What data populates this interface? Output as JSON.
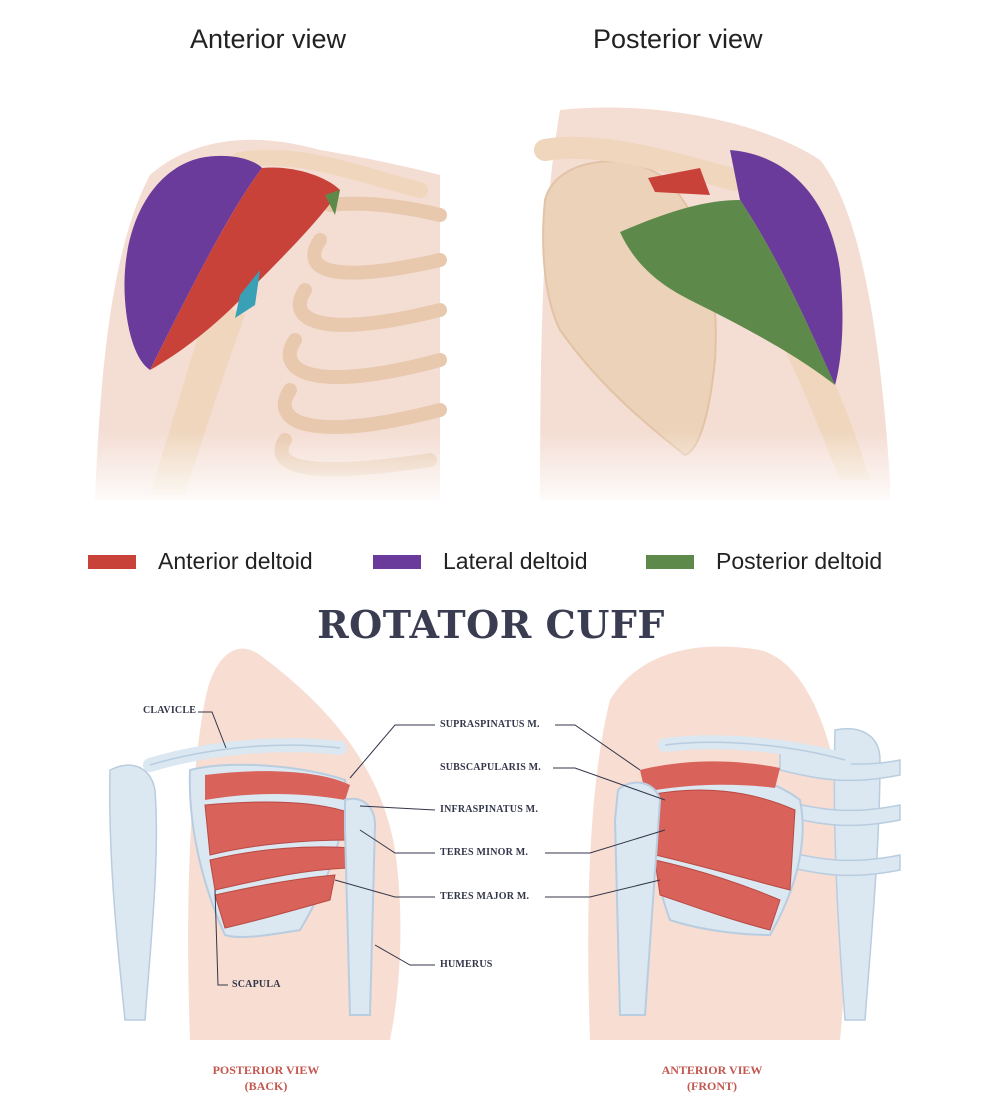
{
  "deltoid": {
    "anterior_view_title": "Anterior view",
    "posterior_view_title": "Posterior view"
  },
  "legend": [
    {
      "label": "Anterior deltoid",
      "color": "#c8423a"
    },
    {
      "label": "Lateral deltoid",
      "color": "#6a3b9a"
    },
    {
      "label": "Posterior deltoid",
      "color": "#5d8a4a"
    }
  ],
  "rotator_cuff": {
    "title": "ROTATOR CUFF",
    "labels": {
      "clavicle": "CLAVICLE",
      "scapula": "SCAPULA",
      "humerus": "HUMERUS",
      "supraspinatus": "SUPRASPINATUS M.",
      "subscapularis": "SUBSCAPULARIS M.",
      "infraspinatus": "INFRASPINATUS M.",
      "teres_minor": "TERES MINOR M.",
      "teres_major": "TERES MAJOR M."
    },
    "posterior_caption_line1": "POSTERIOR VIEW",
    "posterior_caption_line2": "(BACK)",
    "anterior_caption_line1": "ANTERIOR VIEW",
    "anterior_caption_line2": "(FRONT)"
  },
  "colors": {
    "skin": "#f3dcd2",
    "bone": "#efd6bd",
    "muscle_red": "#c8423a",
    "muscle_purple": "#6a3b9a",
    "muscle_green": "#5d8a4a",
    "cuff_muscle": "#d9625a",
    "cuff_bone": "#dbe7f1",
    "cuff_skin": "#f7ddd2",
    "title_navy": "#3a3d52",
    "caption_red": "#c4574f"
  }
}
